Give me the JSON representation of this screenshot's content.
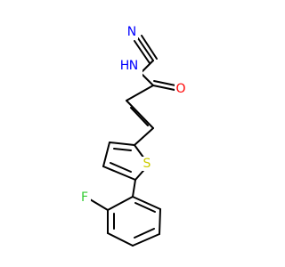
{
  "molecule": {
    "atoms": {
      "N_nitrile": {
        "label": "N",
        "color": "#0000ff"
      },
      "N_amide": {
        "label": "N",
        "color": "#0000ff"
      },
      "H_amide": {
        "label": "H",
        "color": "#0000ff"
      },
      "O_carbonyl": {
        "label": "O",
        "color": "#ff0000"
      },
      "S_thiophene": {
        "label": "S",
        "color": "#cccc00"
      },
      "F_aryl": {
        "label": "F",
        "color": "#33cc33"
      }
    },
    "bond_color": "#000000"
  }
}
